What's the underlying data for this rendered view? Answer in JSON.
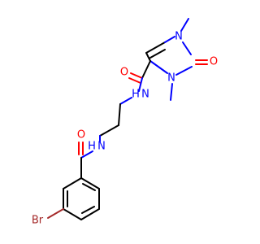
{
  "colors": {
    "carbon_bond": "#000000",
    "oxygen": "#ff0000",
    "nitrogen": "#0000ff",
    "bromine": "#a52a2a",
    "background": "#ffffff"
  },
  "atoms": {
    "o_carboxamide": "O",
    "n_carboxamide_h": "H",
    "n_carboxamide": "N",
    "n_benzamide_h": "H",
    "n_benzamide": "N",
    "o_benzamide": "O",
    "n_ring_1": "N",
    "n_ring_3": "N",
    "o_ring": "O",
    "br": "Br"
  }
}
